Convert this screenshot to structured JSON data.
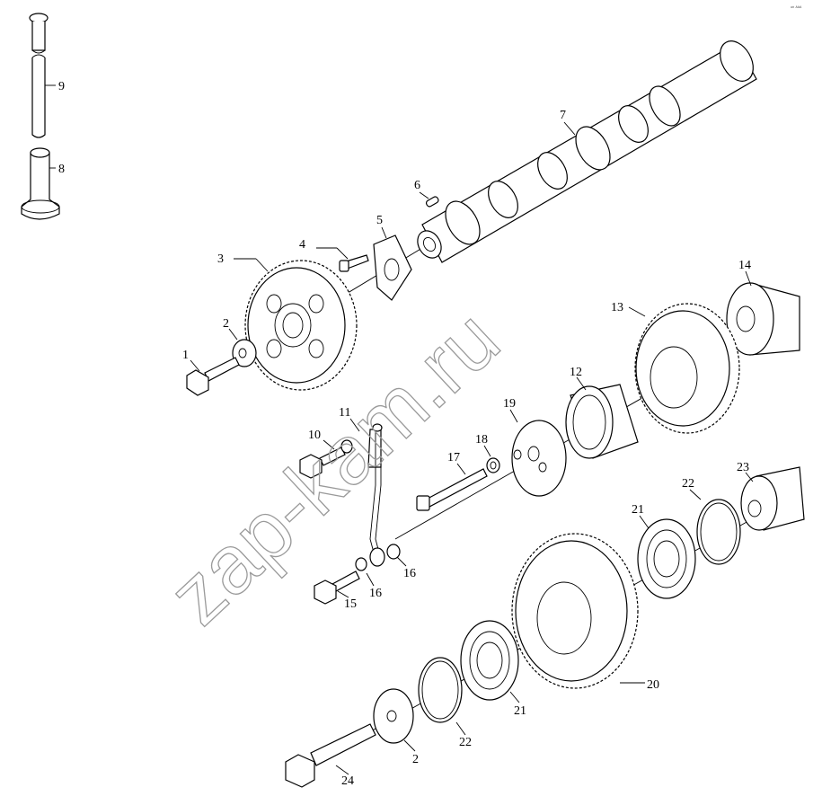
{
  "watermark": "zap-kam.ru",
  "corner_mark": "ᵃᵗᵗ ᴬᴬᴬ",
  "callouts": [
    {
      "id": "c9",
      "label": "9"
    },
    {
      "id": "c8",
      "label": "8"
    },
    {
      "id": "c7",
      "label": "7"
    },
    {
      "id": "c6",
      "label": "6"
    },
    {
      "id": "c5",
      "label": "5"
    },
    {
      "id": "c4",
      "label": "4"
    },
    {
      "id": "c3",
      "label": "3"
    },
    {
      "id": "c2a",
      "label": "2"
    },
    {
      "id": "c1",
      "label": "1"
    },
    {
      "id": "c14",
      "label": "14"
    },
    {
      "id": "c13",
      "label": "13"
    },
    {
      "id": "c12",
      "label": "12"
    },
    {
      "id": "c11",
      "label": "11"
    },
    {
      "id": "c10",
      "label": "10"
    },
    {
      "id": "c19",
      "label": "19"
    },
    {
      "id": "c18",
      "label": "18"
    },
    {
      "id": "c17",
      "label": "17"
    },
    {
      "id": "c16a",
      "label": "16"
    },
    {
      "id": "c16b",
      "label": "16"
    },
    {
      "id": "c15",
      "label": "15"
    },
    {
      "id": "c22a",
      "label": "22"
    },
    {
      "id": "c23",
      "label": "23"
    },
    {
      "id": "c21a",
      "label": "21"
    },
    {
      "id": "c20",
      "label": "20"
    },
    {
      "id": "c21b",
      "label": "21"
    },
    {
      "id": "c22b",
      "label": "22"
    },
    {
      "id": "c2b",
      "label": "2"
    },
    {
      "id": "c24",
      "label": "24"
    }
  ]
}
